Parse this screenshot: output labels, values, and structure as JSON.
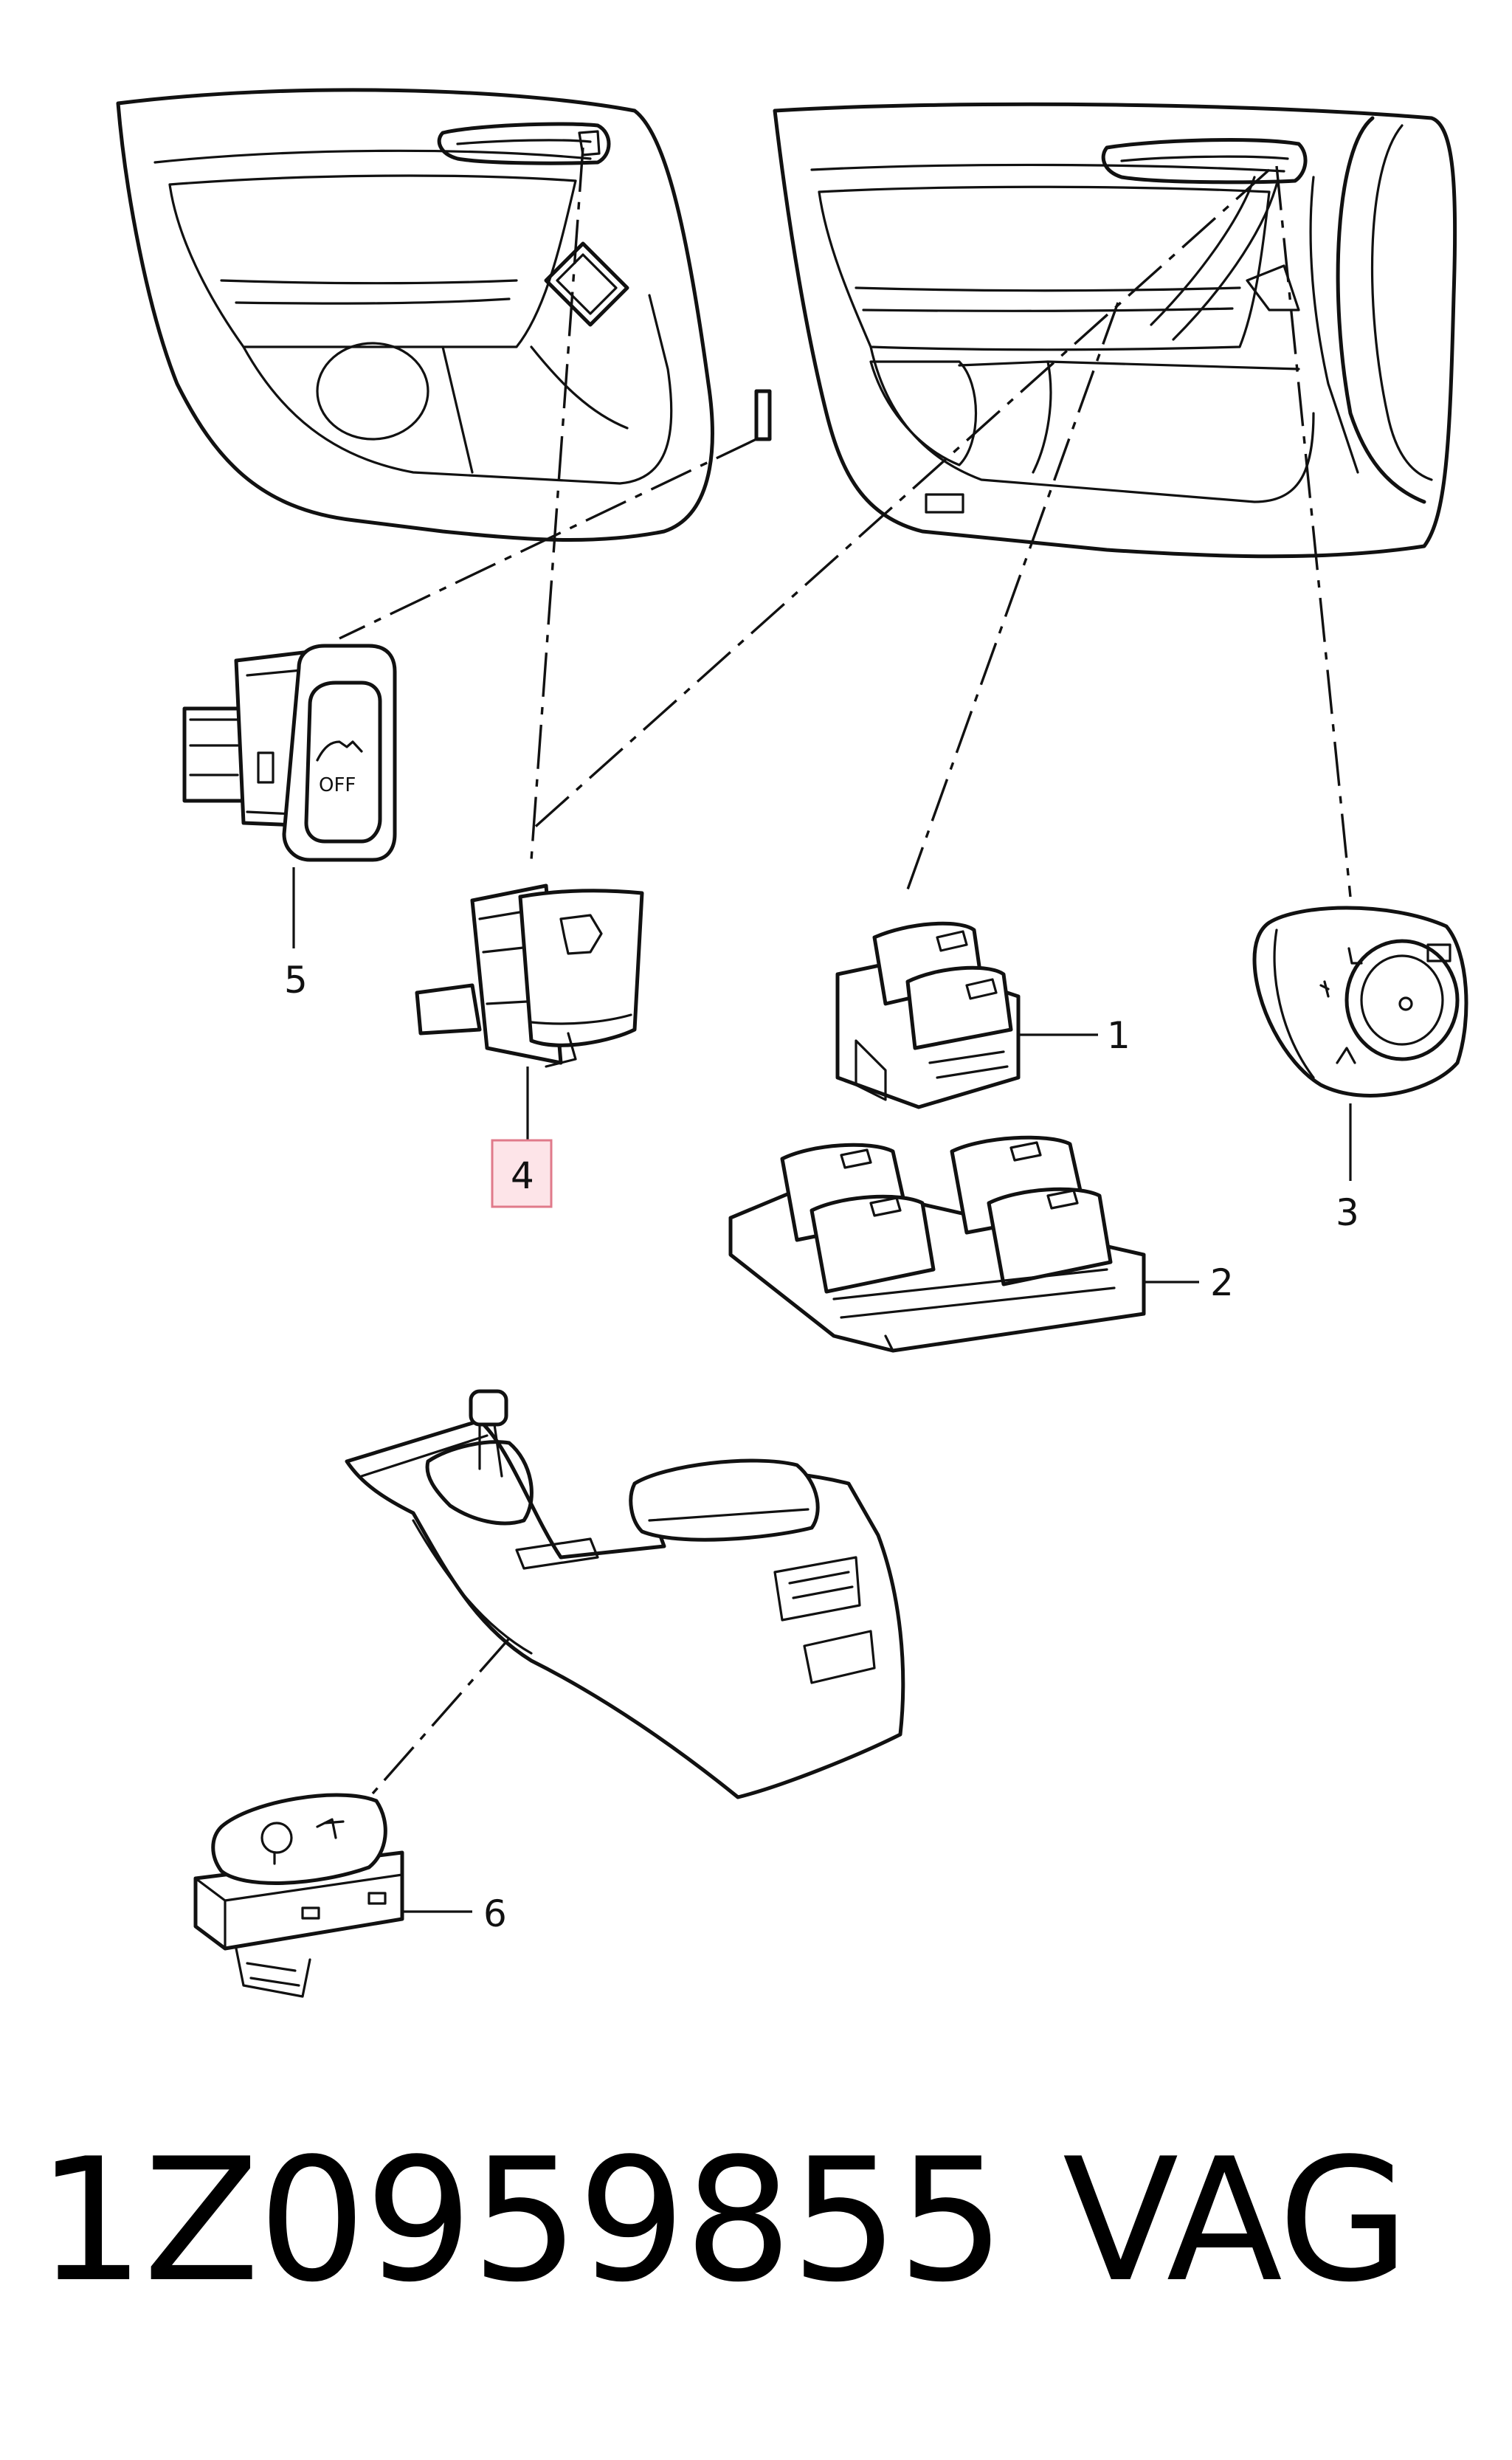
{
  "callouts": {
    "c1": "1",
    "c2": "2",
    "c3": "3",
    "c4": "4",
    "c5": "5",
    "c6": "6"
  },
  "switch_labels": {
    "off": "OFF"
  },
  "footer": {
    "part_number": "1Z0959855",
    "brand": "VAG"
  },
  "highlight": {
    "callout": "4",
    "fill": "#fde4e8",
    "stroke": "#e07a8a"
  }
}
